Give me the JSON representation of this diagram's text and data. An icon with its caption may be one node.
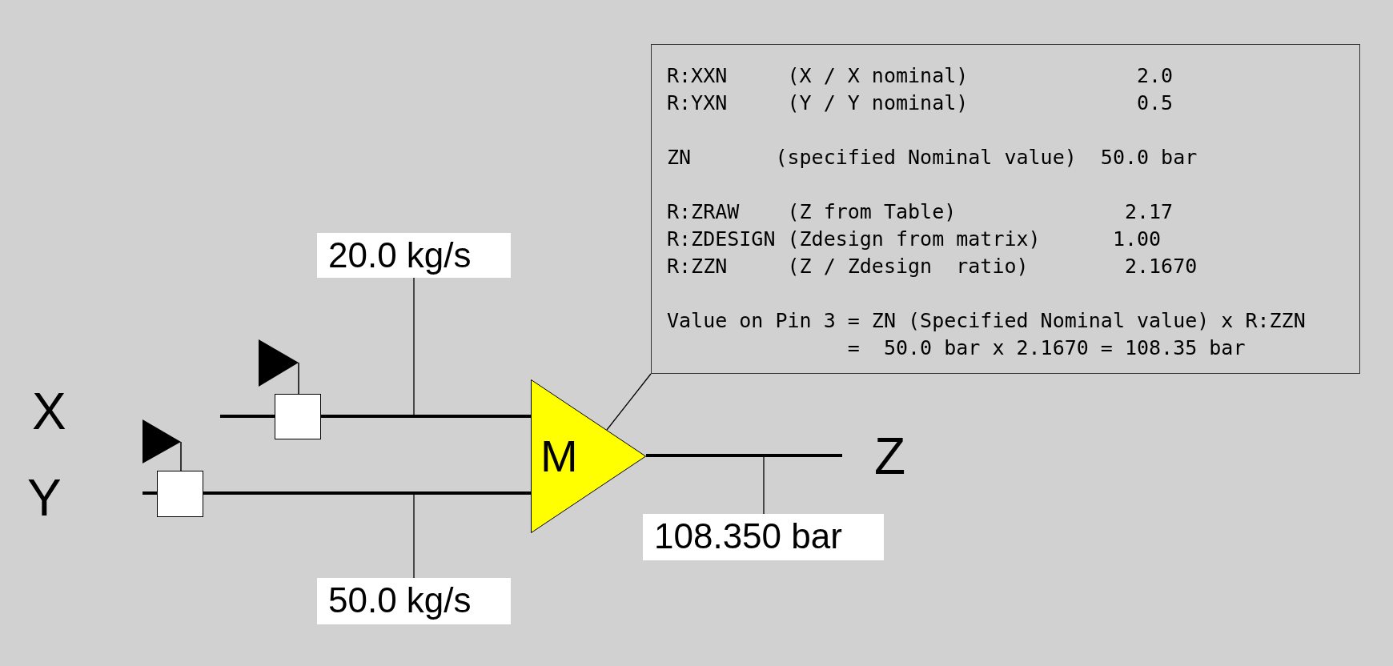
{
  "diagram": {
    "nodes": [
      {
        "text": [
          "R:XXN     (X / X nominal)              2.0",
          "R:YXN     (Y / Y nominal)              0.5",
          "ZN       (specified Nominal value)  50.0 bar",
          "R:ZRAW    (Z from Table)              2.17",
          "R:ZDESIGN (Zdesign from matrix)      1.00",
          "R:ZZN     (Z / Zdesign  ratio)        2.1670",
          "Value on Pin 3 = ZN (Specified Nominal value) x R:ZZN",
          "               =  50.0 bar x 2.1670 = 108.35 bar"
        ]
      },
      {
        "text": [
          "20.0 kg/s"
        ]
      },
      {
        "text": [],
        "shape": "box"
      },
      {
        "text": [
          "M"
        ]
      },
      {
        "text": [],
        "shape": "box"
      },
      {
        "text": [
          "108.350 bar"
        ]
      },
      {
        "text": [
          "50.0 kg/s"
        ]
      }
    ],
    "edges": [
      {
        "from": 0,
        "to": 3,
        "arrow": "none"
      },
      {
        "from": 1,
        "to": null,
        "arrow": "none"
      },
      {
        "from": null,
        "to": 2,
        "arrow": "none"
      },
      {
        "from": 2,
        "to": 3,
        "arrow": "none"
      },
      {
        "from": null,
        "to": 4,
        "arrow": "none"
      },
      {
        "from": 4,
        "to": 3,
        "arrow": "none"
      },
      {
        "from": 3,
        "to": null,
        "arrow": "none"
      },
      {
        "from": 5,
        "to": null,
        "arrow": "none"
      },
      {
        "from": 6,
        "to": null,
        "arrow": "none"
      }
    ],
    "labels": [
      "X",
      "Y",
      "Z"
    ]
  }
}
